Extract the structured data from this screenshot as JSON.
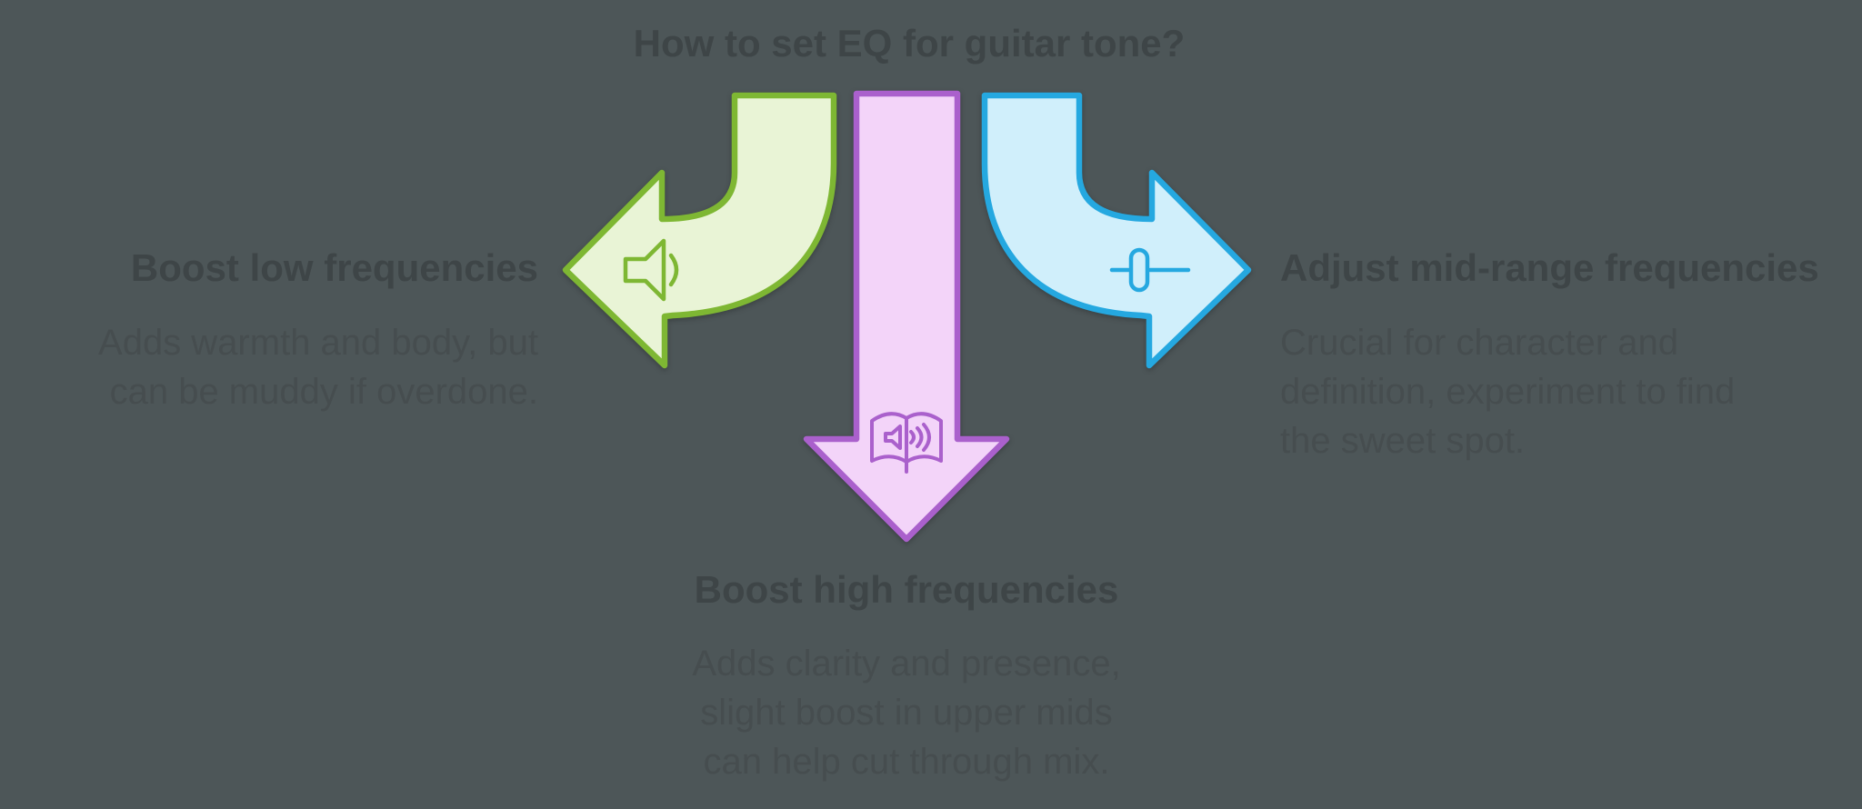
{
  "diagram": {
    "title": "How to set EQ for guitar tone?",
    "sections": {
      "low": {
        "heading": "Boost low frequencies",
        "body_lines": [
          "Adds warmth and body, but",
          "can be muddy if overdone."
        ],
        "icon": "speaker-icon",
        "arrow_direction": "curved-left"
      },
      "high": {
        "heading": "Boost high frequencies",
        "body_lines": [
          "Adds clarity and presence,",
          "slight boost in upper mids",
          "can help cut through mix."
        ],
        "icon": "audiobook-icon",
        "arrow_direction": "straight-down"
      },
      "mid": {
        "heading": "Adjust mid-range frequencies",
        "body_lines": [
          "Crucial for character and",
          "definition, experiment to find",
          "the sweet spot."
        ],
        "icon": "slider-icon",
        "arrow_direction": "curved-right"
      }
    },
    "colors": {
      "background": "#4d5658",
      "title_text": "#3e4547",
      "heading_text": "#3e4547",
      "body_text": "#464d4f",
      "low_stroke": "#7eb733",
      "low_fill": "#e9f4d6",
      "high_stroke": "#aa60cc",
      "high_fill": "#f3d4f9",
      "mid_stroke": "#25a8e0",
      "mid_fill": "#d0effb"
    }
  }
}
